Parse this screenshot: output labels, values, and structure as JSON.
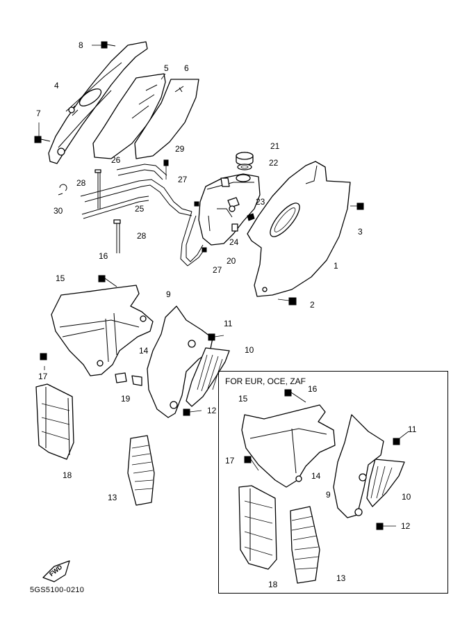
{
  "title": "",
  "drawing_code": "5GS5100-0210",
  "inset_title": "FOR EUR, OCE, ZAF",
  "fwd_label": "FWD",
  "callouts": {
    "c1": "1",
    "c2": "2",
    "c3": "3",
    "c4": "4",
    "c5": "5",
    "c6": "6",
    "c7": "7",
    "c8": "8",
    "c9": "9",
    "c10": "10",
    "c11": "11",
    "c12": "12",
    "c13": "13",
    "c14": "14",
    "c15": "15",
    "c16": "16",
    "c17": "17",
    "c18": "18",
    "c19": "19",
    "c20": "20",
    "c21": "21",
    "c22": "22",
    "c23": "23",
    "c24": "24",
    "c25": "25",
    "c26": "26",
    "c27a": "27",
    "c27b": "27",
    "c28a": "28",
    "c28b": "28",
    "c29": "29",
    "c30": "30"
  },
  "inset_callouts": {
    "i16": "16",
    "i15": "15",
    "i11": "11",
    "i17": "17",
    "i14": "14",
    "i9": "9",
    "i10": "10",
    "i12": "12",
    "i18": "18",
    "i13": "13"
  }
}
